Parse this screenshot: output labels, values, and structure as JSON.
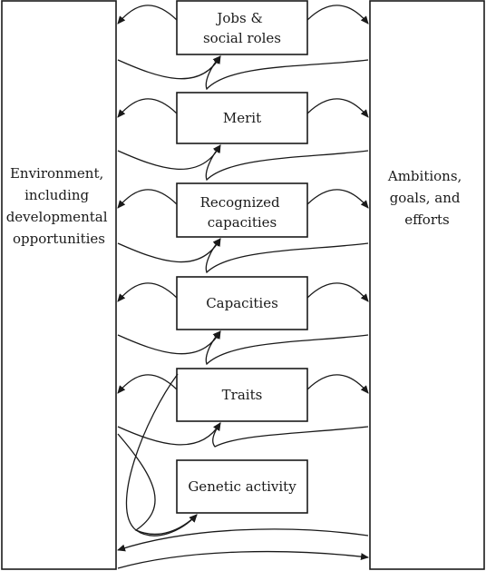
{
  "diagram": {
    "nodes": [
      {
        "id": "jobs",
        "lines": [
          "Jobs &",
          "social roles"
        ]
      },
      {
        "id": "merit",
        "lines": [
          "Merit"
        ]
      },
      {
        "id": "recognized",
        "lines": [
          "Recognized",
          "capacities"
        ]
      },
      {
        "id": "capacities",
        "lines": [
          "Capacities"
        ]
      },
      {
        "id": "traits",
        "lines": [
          "Traits"
        ]
      },
      {
        "id": "genetic",
        "lines": [
          "Genetic activity"
        ]
      }
    ],
    "left_panel": {
      "lines": [
        "Environment,",
        "including",
        "developmental",
        "opportunities"
      ]
    },
    "right_panel": {
      "lines": [
        "Ambitions,",
        "goals, and",
        "efforts"
      ]
    }
  }
}
